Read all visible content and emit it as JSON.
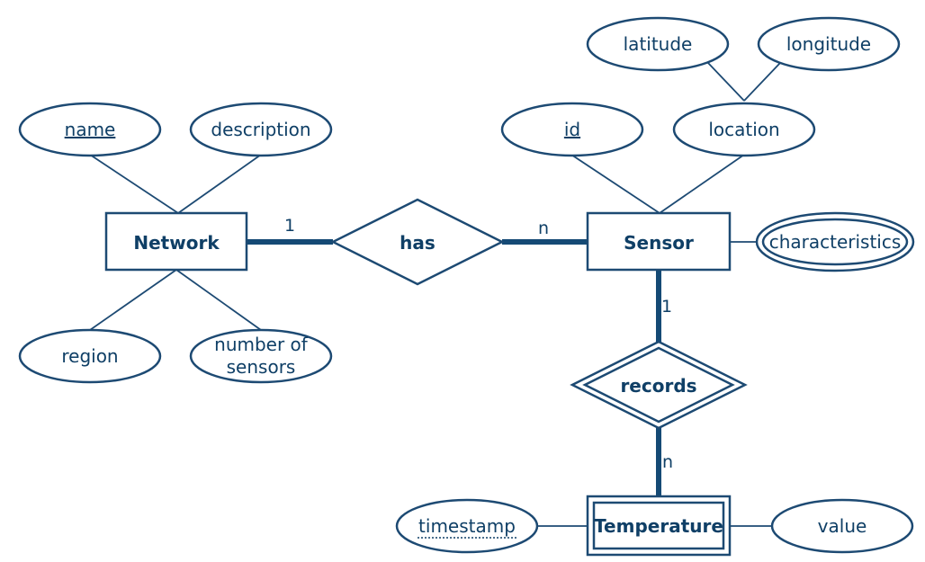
{
  "entities": {
    "network": "Network",
    "sensor": "Sensor",
    "temperature": "Temperature"
  },
  "relationships": {
    "has": "has",
    "records": "records"
  },
  "attributes": {
    "name": "name",
    "description": "description",
    "region": "region",
    "number_of_sensors_line1": "number of",
    "number_of_sensors_line2": "sensors",
    "id": "id",
    "location": "location",
    "latitude": "latitude",
    "longitude": "longitude",
    "characteristics": "characteristics",
    "timestamp": "timestamp",
    "value": "value"
  },
  "cardinalities": {
    "network_has": "1",
    "has_sensor": "n",
    "sensor_records": "1",
    "records_temperature": "n"
  },
  "colors": {
    "stroke": "#1d4a73",
    "text": "#0f3f66",
    "background": "#ffffff"
  }
}
